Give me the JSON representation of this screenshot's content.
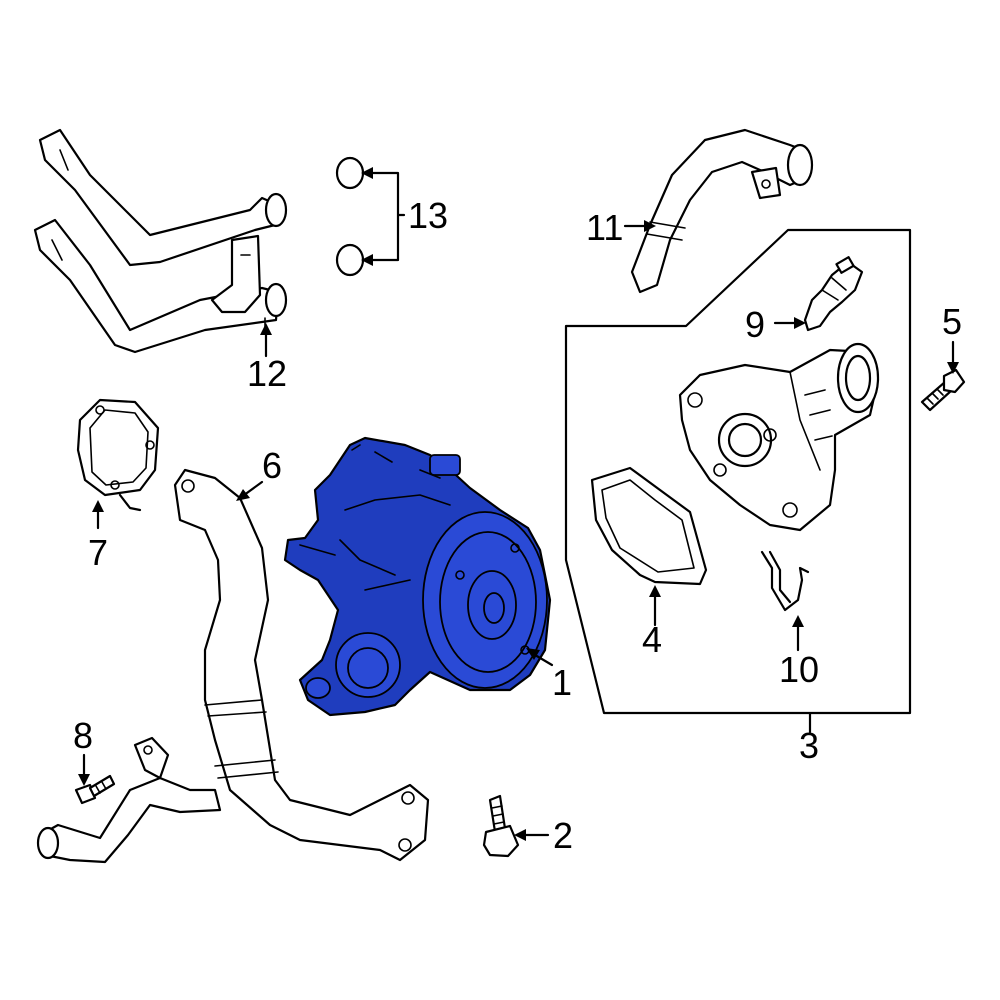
{
  "diagram": {
    "highlight_color": "#1f3dbe",
    "callouts": {
      "c1": "1",
      "c2": "2",
      "c3": "3",
      "c4": "4",
      "c5": "5",
      "c6": "6",
      "c7": "7",
      "c8": "8",
      "c9": "9",
      "c10": "10",
      "c11": "11",
      "c12": "12",
      "c13": "13"
    }
  }
}
